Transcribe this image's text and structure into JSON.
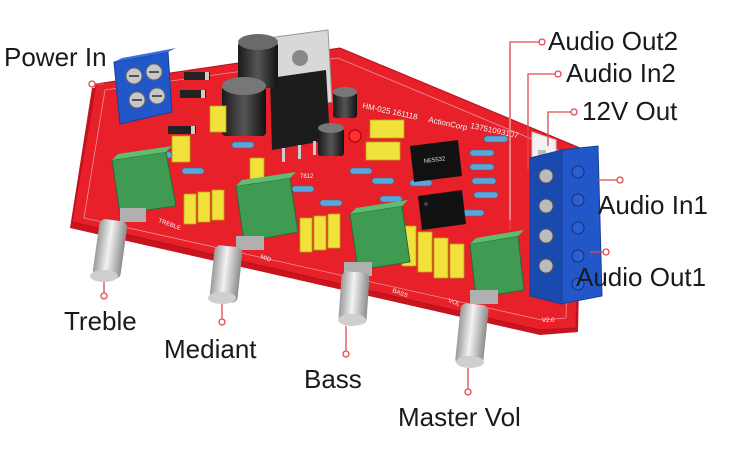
{
  "labels": {
    "power_in": "Power In",
    "audio_out2": "Audio Out2",
    "audio_in2": "Audio In2",
    "out_12v": "12V Out",
    "audio_in1": "Audio In1",
    "audio_out1": "Audio Out1",
    "treble": "Treble",
    "mediant": "Mediant",
    "bass": "Bass",
    "master_vol": "Master Vol"
  },
  "board_text": {
    "model": "HM-025 161118",
    "brand": "ActionCorp",
    "phone": "13751093107",
    "ic": "NE5532",
    "treble": "TREBLE",
    "mid": "MID",
    "bass": "BASS",
    "vol": "VOL",
    "version": "V2.0",
    "reg": "7812"
  },
  "colors": {
    "pcb": "#e8202a",
    "terminal": "#2257c9",
    "pot_body": "#3f9a52",
    "capacitor": "#f0e23a",
    "shaft": "#d9d9d9",
    "leader": "#e24a4a"
  }
}
